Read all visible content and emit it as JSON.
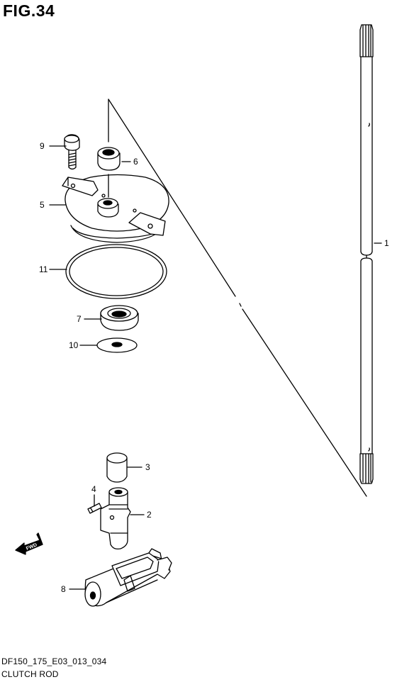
{
  "figure": {
    "title": "FIG.34"
  },
  "callouts": [
    {
      "id": "1",
      "part": "clutch-rod"
    },
    {
      "id": "2",
      "part": "rod-joint"
    },
    {
      "id": "3",
      "part": "collar"
    },
    {
      "id": "4",
      "part": "pin"
    },
    {
      "id": "5",
      "part": "rod-holder"
    },
    {
      "id": "6",
      "part": "bushing"
    },
    {
      "id": "7",
      "part": "oil-seal"
    },
    {
      "id": "8",
      "part": "clutch-arm"
    },
    {
      "id": "9",
      "part": "bolt"
    },
    {
      "id": "10",
      "part": "washer"
    },
    {
      "id": "11",
      "part": "o-ring"
    }
  ],
  "direction": {
    "label": "FWD"
  },
  "footer": {
    "code": "DF150_175_E03_013_034",
    "caption": "CLUTCH ROD"
  }
}
